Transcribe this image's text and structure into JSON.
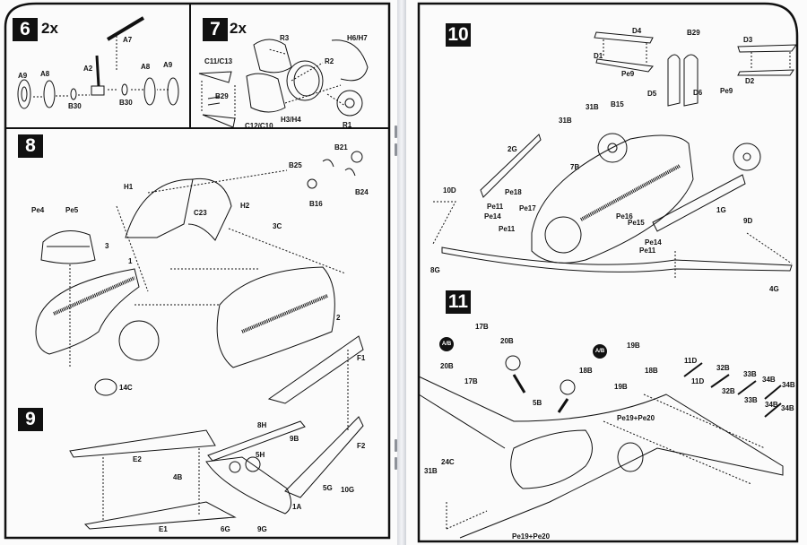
{
  "document": {
    "type": "model kit assembly instructions",
    "pages": 2
  },
  "left_page": {
    "steps": [
      {
        "number": "6",
        "multiplier": "2x",
        "parts": [
          "A7",
          "A2",
          "A9",
          "A8",
          "B30",
          "B30",
          "A8",
          "A9"
        ]
      },
      {
        "number": "7",
        "multiplier": "2x",
        "parts": [
          "R3",
          "H6/H7",
          "C11/C13",
          "R2",
          "B29",
          "C12/C10",
          "H3/H4",
          "R1"
        ]
      },
      {
        "number": "8",
        "parts": [
          "B21",
          "B25",
          "B24",
          "B16",
          "H1",
          "H2",
          "C23",
          "3C",
          "Pe4",
          "Pe5",
          "3",
          "1",
          "2",
          "14C"
        ]
      },
      {
        "number": "9",
        "parts": [
          "F1",
          "8H",
          "9B",
          "5H",
          "E2",
          "F2",
          "4B",
          "5G",
          "10G",
          "1A",
          "E1",
          "6G",
          "9G"
        ]
      }
    ]
  },
  "right_page": {
    "steps": [
      {
        "number": "10",
        "parts": [
          "D4",
          "B29",
          "D3",
          "D1",
          "D2",
          "Pe9",
          "Pe9",
          "D5",
          "D6",
          "31B",
          "B15",
          "31B",
          "2G",
          "7B",
          "10D",
          "Pe18",
          "Pe17",
          "Pe11",
          "Pe14",
          "Pe11",
          "Pe16",
          "Pe15",
          "Pe14",
          "Pe11",
          "1G",
          "9D",
          "8G",
          "4G"
        ]
      },
      {
        "number": "11",
        "parts": [
          "17B",
          "20B",
          "20B",
          "17B",
          "18B",
          "19B",
          "18B",
          "19B",
          "5B",
          "11D",
          "11D",
          "32B",
          "32B",
          "33B",
          "33B",
          "34B",
          "34B",
          "34B",
          "34B",
          "Pe19+Pe20",
          "24C",
          "31B",
          "Pe19+Pe20"
        ],
        "option_badges": [
          "A/B",
          "A/B"
        ]
      }
    ]
  },
  "labels": {
    "s6_mult": "2x",
    "s7_mult": "2x",
    "A7": "A7",
    "A2": "A2",
    "A9": "A9",
    "A8": "A8",
    "B30": "B30",
    "R3": "R3",
    "H6H7": "H6/H7",
    "C11C13": "C11/C13",
    "R2": "R2",
    "B29": "B29",
    "C12C10": "C12/C10",
    "H3H4": "H3/H4",
    "R1": "R1",
    "B21": "B21",
    "B25": "B25",
    "B24": "B24",
    "B16": "B16",
    "H1": "H1",
    "H2": "H2",
    "C23": "C23",
    "3C": "3C",
    "Pe4": "Pe4",
    "Pe5": "Pe5",
    "p3": "3",
    "p1": "1",
    "p2": "2",
    "14C": "14C",
    "F1": "F1",
    "8H": "8H",
    "9B": "9B",
    "5H": "5H",
    "E2": "E2",
    "F2": "F2",
    "4B": "4B",
    "5G": "5G",
    "10G": "10G",
    "1A": "1A",
    "E1": "E1",
    "6G": "6G",
    "9G": "9G",
    "D4": "D4",
    "D3": "D3",
    "D1": "D1",
    "D2": "D2",
    "Pe9": "Pe9",
    "D5": "D5",
    "D6": "D6",
    "31B": "31B",
    "B15": "B15",
    "2G": "2G",
    "7B": "7B",
    "10D": "10D",
    "Pe18": "Pe18",
    "Pe17": "Pe17",
    "Pe11": "Pe11",
    "Pe14": "Pe14",
    "Pe16": "Pe16",
    "Pe15": "Pe15",
    "1G": "1G",
    "9D": "9D",
    "8G": "8G",
    "4G": "4G",
    "17B": "17B",
    "20B": "20B",
    "18B": "18B",
    "19B": "19B",
    "5B": "5B",
    "11D": "11D",
    "32B": "32B",
    "33B": "33B",
    "34B": "34B",
    "Pe19Pe20": "Pe19+Pe20",
    "24C": "24C",
    "ab": "A/B"
  },
  "steps": {
    "s6": "6",
    "s7": "7",
    "s8": "8",
    "s9": "9",
    "s10": "10",
    "s11": "11"
  }
}
